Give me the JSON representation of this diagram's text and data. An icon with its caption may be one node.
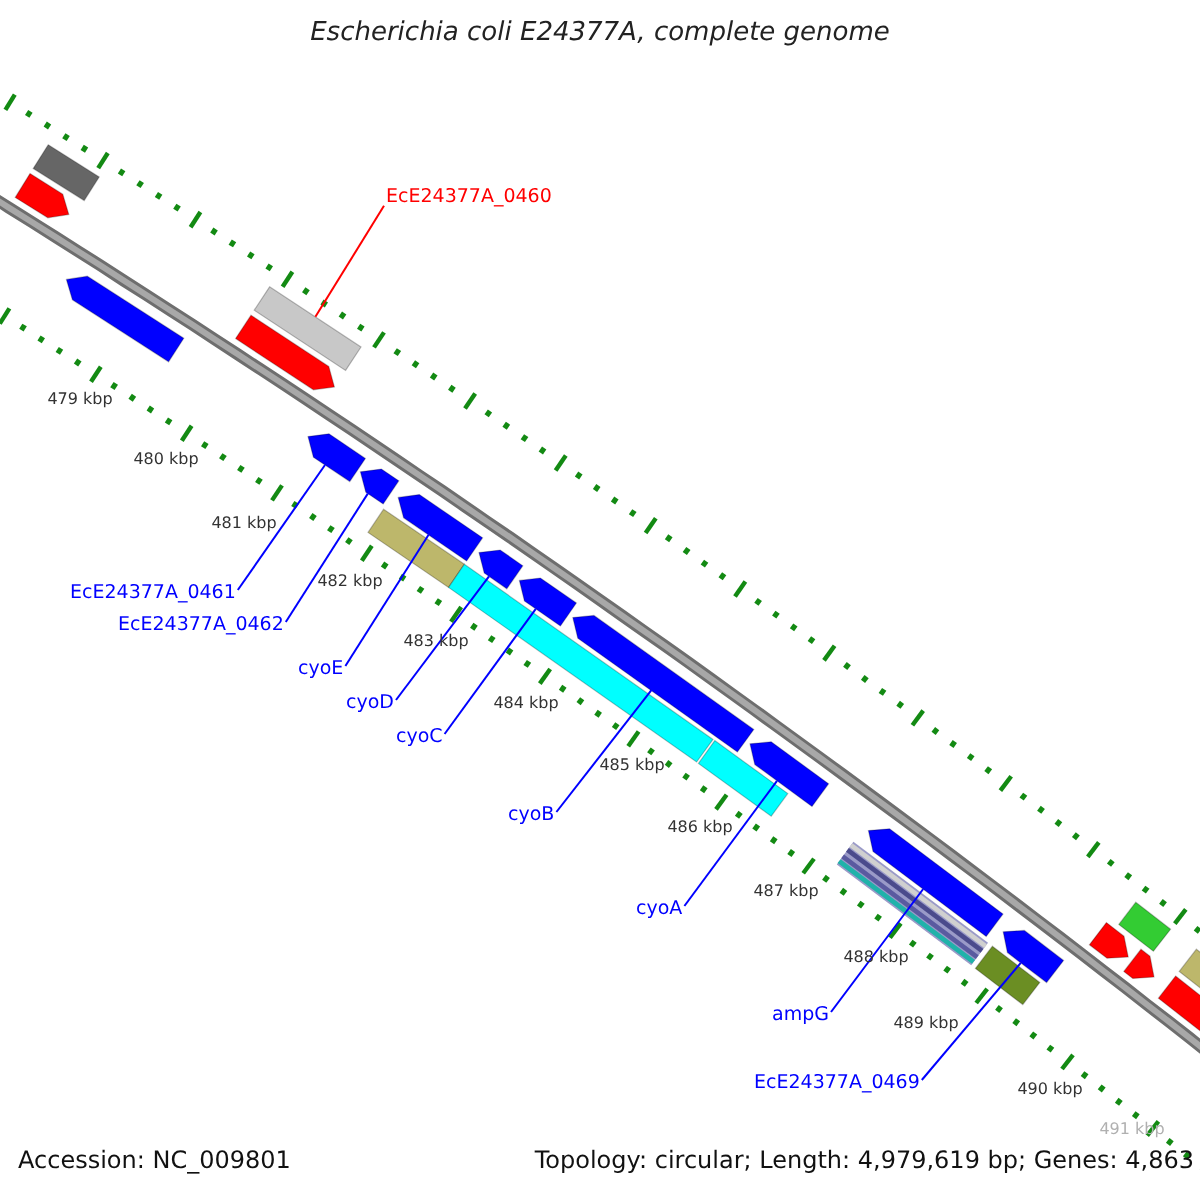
{
  "diagram": {
    "title": "Escherichia coli E24377A, complete genome",
    "nodes": [
      {
        "text": [
          "EcE24377A_0460"
        ]
      },
      {
        "text": [],
        "shape": "bar"
      },
      {
        "text": [
          "EcE24377A_0461"
        ]
      },
      {
        "text": [],
        "shape": "arrow"
      },
      {
        "text": [
          "EcE24377A_0462"
        ]
      },
      {
        "text": [],
        "shape": "arrow"
      },
      {
        "text": [
          "cyoE"
        ]
      },
      {
        "text": [],
        "shape": "arrow"
      },
      {
        "text": [
          "cyoD"
        ]
      },
      {
        "text": [],
        "shape": "arrow"
      },
      {
        "text": [
          "cyoC"
        ]
      },
      {
        "text": [],
        "shape": "arrow"
      },
      {
        "text": [
          "cyoB"
        ]
      },
      {
        "text": [],
        "shape": "arrow"
      },
      {
        "text": [
          "cyoA"
        ]
      },
      {
        "text": [],
        "shape": "arrow"
      },
      {
        "text": [
          "ampG"
        ]
      },
      {
        "text": [],
        "shape": "arrow"
      },
      {
        "text": [
          "EcE24377A_0469"
        ]
      },
      {
        "text": [],
        "shape": "arrow"
      }
    ],
    "edges": [
      {
        "from": 0,
        "to": 1,
        "arrow": "none",
        "color": "#ff0000"
      },
      {
        "from": 2,
        "to": 3,
        "arrow": "none"
      },
      {
        "from": 4,
        "to": 5,
        "arrow": "none"
      },
      {
        "from": 6,
        "to": 7,
        "arrow": "none"
      },
      {
        "from": 8,
        "to": 9,
        "arrow": "none"
      },
      {
        "from": 10,
        "to": 11,
        "arrow": "none"
      },
      {
        "from": 12,
        "to": 13,
        "arrow": "none"
      },
      {
        "from": 14,
        "to": 15,
        "arrow": "none"
      },
      {
        "from": 16,
        "to": 17,
        "arrow": "none"
      },
      {
        "from": 18,
        "to": 19,
        "arrow": "none"
      }
    ],
    "labels": [
      "479 kbp",
      "480 kbp",
      "481 kbp",
      "482 kbp",
      "483 kbp",
      "484 kbp",
      "485 kbp",
      "486 kbp",
      "487 kbp",
      "488 kbp",
      "489 kbp",
      "490 kbp",
      "491 kbp",
      "Accession: NC_009801",
      "Topology: circular; Length: 4,979,619 bp; Genes: 4,863"
    ]
  }
}
